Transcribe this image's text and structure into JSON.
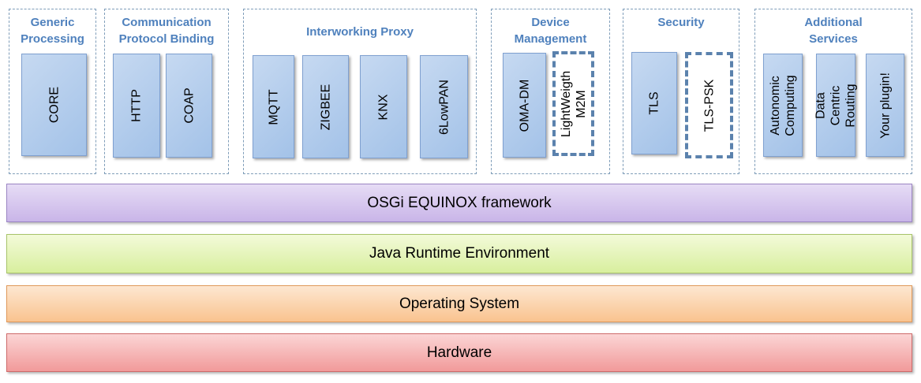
{
  "groups": {
    "generic_processing": {
      "title": "Generic\nProcessing",
      "modules": [
        "CORE"
      ]
    },
    "communication": {
      "title": "Communication\nProtocol Binding",
      "modules": [
        "HTTP",
        "COAP"
      ]
    },
    "interworking": {
      "title": "Interworking Proxy",
      "modules": [
        "MQTT",
        "ZIGBEE",
        "KNX",
        "6LowPAN"
      ]
    },
    "device_management": {
      "title": "Device\nManagement",
      "modules": [
        "OMA-DM",
        "LightWeigth\nM2M"
      ]
    },
    "security": {
      "title": "Security",
      "modules": [
        "TLS",
        "TLS-PSK"
      ]
    },
    "additional": {
      "title": "Additional\nServices",
      "modules": [
        "Autonomic\nComputing",
        "Data Centric\nRouting",
        "Your plugin!"
      ]
    }
  },
  "layers": {
    "osgi": "OSGi EQUINOX framework",
    "jre": "Java Runtime Environment",
    "os": "Operating System",
    "hardware": "Hardware"
  }
}
